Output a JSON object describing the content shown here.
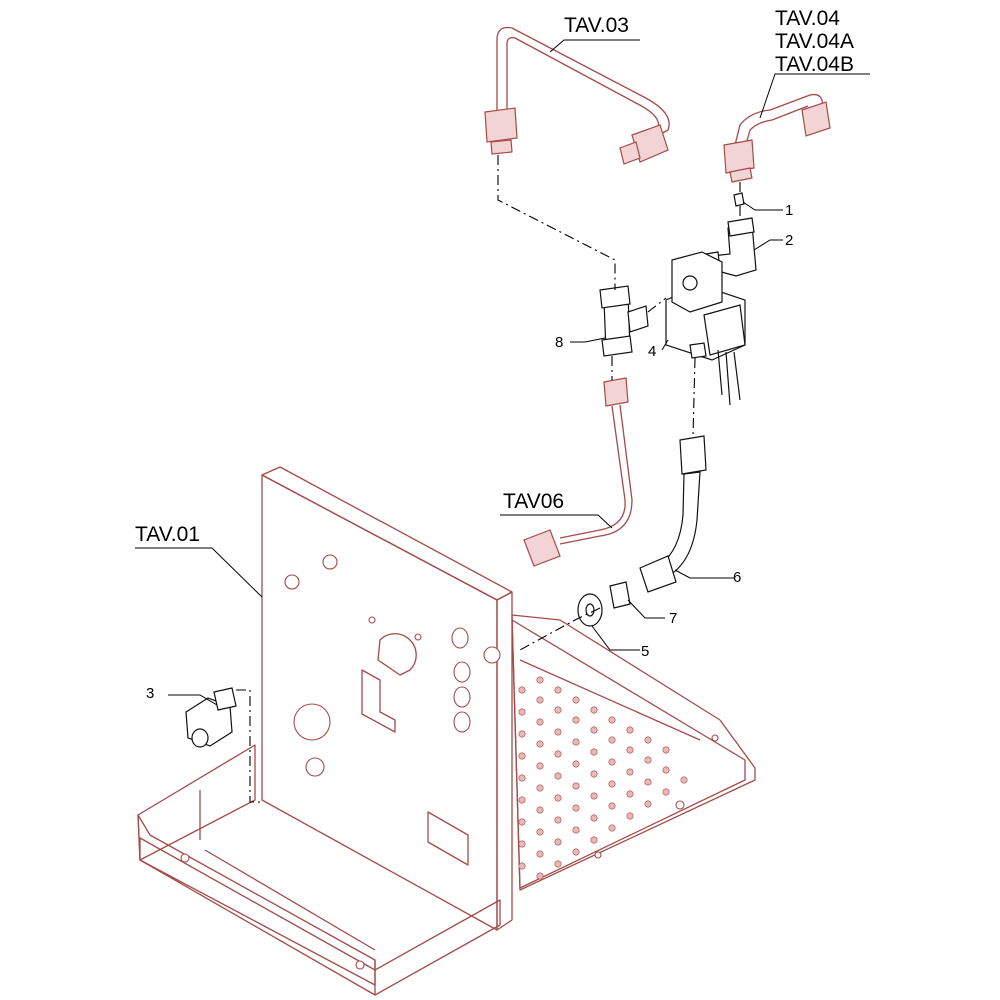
{
  "labels": {
    "tav03": "TAV.03",
    "tav04": "TAV.04",
    "tav04a": "TAV.04A",
    "tav04b": "TAV.04B",
    "tav06": "TAV06",
    "tav01": "TAV.01",
    "p1": "1",
    "p2": "2",
    "p3": "3",
    "p4": "4",
    "p5": "5",
    "p6": "6",
    "p7": "7",
    "p8": "8"
  },
  "colors": {
    "part_outline": "#a44a4a",
    "part_fill": "#f3d4d4",
    "ink": "#000000"
  }
}
